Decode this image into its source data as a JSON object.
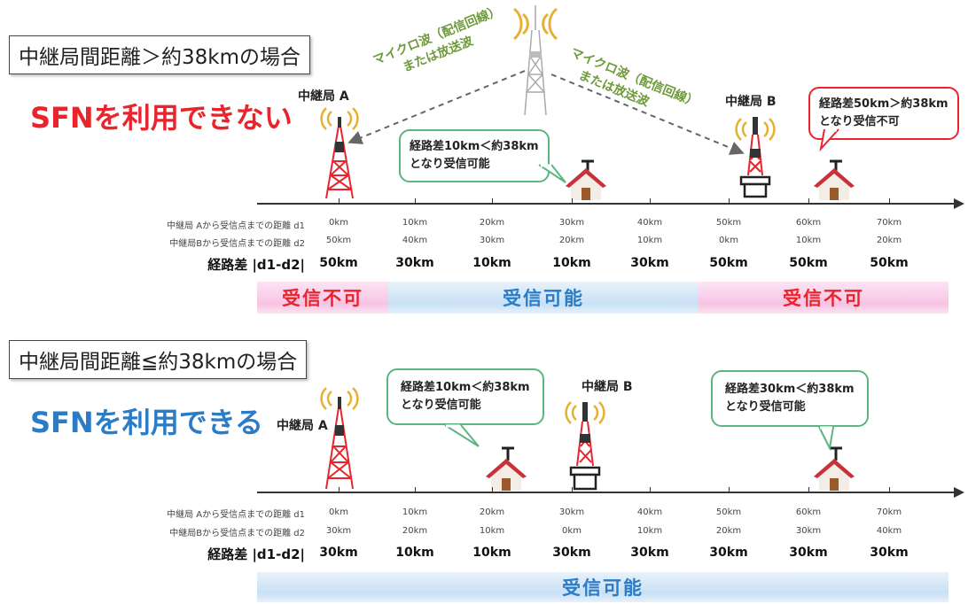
{
  "top": {
    "title": "中継局間距離＞約38kmの場合",
    "headline": "SFNを利用できない",
    "station_a": "中継局 A",
    "station_b": "中継局 B",
    "wave_left": [
      "マイクロ波（配信回線）",
      "または放送波"
    ],
    "wave_right": [
      "マイクロ波（配信回線）",
      "または放送波"
    ],
    "bubble_green": [
      "経路差10km＜約38km",
      "となり受信可能"
    ],
    "bubble_red": [
      "経路差50km＞約38km",
      "となり受信不可"
    ],
    "label_d1": "中継局 Aから受信点までの距離  d1",
    "label_d2": "中継局Bから受信点までの距離  d2",
    "label_diff": "経路差  |d1-d2|",
    "d1": [
      "0km",
      "10km",
      "20km",
      "30km",
      "40km",
      "50km",
      "60km",
      "70km"
    ],
    "d2": [
      "50km",
      "40km",
      "30km",
      "20km",
      "10km",
      "0km",
      "10km",
      "20km"
    ],
    "diff": [
      "50km",
      "30km",
      "10km",
      "10km",
      "30km",
      "50km",
      "50km",
      "50km"
    ],
    "bands": [
      {
        "label": "受信不可",
        "style": "pink"
      },
      {
        "label": "受信可能",
        "style": "blue"
      },
      {
        "label": "受信不可",
        "style": "pink"
      }
    ]
  },
  "bottom": {
    "title": "中継局間距離≦約38kmの場合",
    "headline": "SFNを利用できる",
    "station_a": "中継局 A",
    "station_b": "中継局 B",
    "bubble_left": [
      "経路差10km＜約38km",
      "となり受信可能"
    ],
    "bubble_right": [
      "経路差30km＜約38km",
      "となり受信可能"
    ],
    "label_d1": "中継局 Aから受信点までの距離  d1",
    "label_d2": "中継局Bから受信点までの距離  d2",
    "label_diff": "経路差  |d1-d2|",
    "d1": [
      "0km",
      "10km",
      "20km",
      "30km",
      "40km",
      "50km",
      "60km",
      "70km"
    ],
    "d2": [
      "30km",
      "20km",
      "10km",
      "0km",
      "10km",
      "20km",
      "30km",
      "40km"
    ],
    "diff": [
      "30km",
      "10km",
      "10km",
      "30km",
      "30km",
      "30km",
      "30km",
      "30km"
    ],
    "band": {
      "label": "受信可能",
      "style": "blue"
    }
  },
  "colors": {
    "red": "#e8242c",
    "blue": "#2a7cc6",
    "green_border": "#5cb57f",
    "wave_text": "#6f9a3a"
  }
}
